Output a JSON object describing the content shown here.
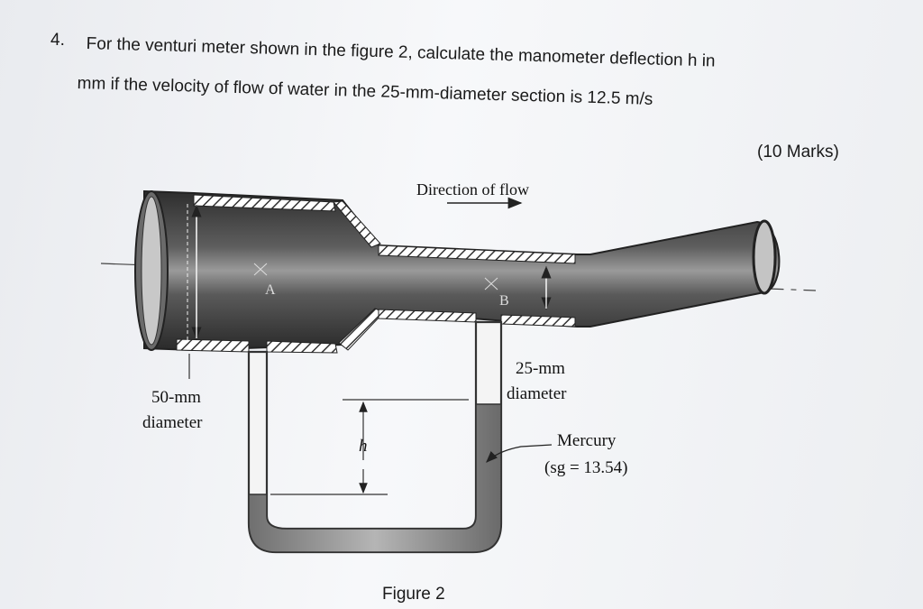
{
  "question": {
    "number": "4.",
    "line1": "For the venturi meter shown in the figure 2, calculate the manometer deflection h in",
    "line2": "mm if the velocity of flow of water in the 25-mm-diameter section is 12.5 m/s",
    "marks": "(10 Marks)"
  },
  "figure": {
    "direction_label": "Direction of flow",
    "point_a": "A",
    "point_b": "B",
    "large_diameter_line1": "50-mm",
    "large_diameter_line2": "diameter",
    "small_diameter_line1": "25-mm",
    "small_diameter_line2": "diameter",
    "deflection_label": "h",
    "fluid_line1": "Mercury",
    "fluid_line2": "(sg = 13.54)",
    "caption": "Figure 2"
  },
  "colors": {
    "pipe_dark": "#3a3a3a",
    "pipe_mid": "#8a8a8a",
    "mercury": "#8f8f8f",
    "paper": "#f2f3f5"
  }
}
